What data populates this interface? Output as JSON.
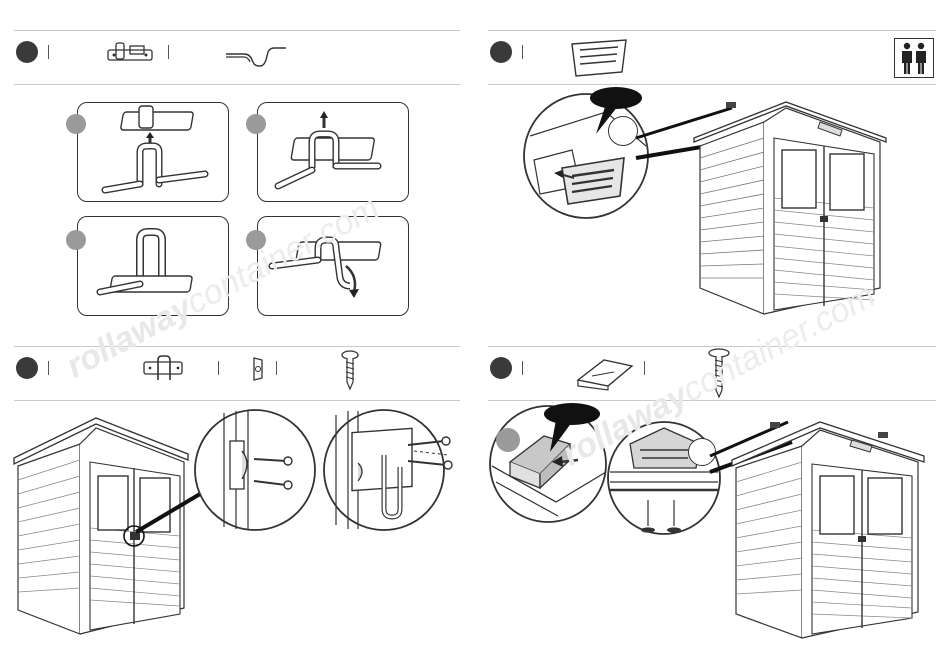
{
  "watermark": {
    "brand": "rollaway",
    "suffix": "container.com"
  },
  "colors": {
    "line": "#333333",
    "rule": "#c9c9c9",
    "dot": "#3a3a3a",
    "sub_dot": "#9a9a9a",
    "watermark": "#e6e6e6"
  },
  "steps": [
    {
      "name": "step-1",
      "icons": [
        "latch-part-icon",
        "pin-part-icon"
      ],
      "subpanels": 4
    },
    {
      "name": "step-2",
      "icons": [
        "vent-part-icon",
        "two-people-icon"
      ]
    },
    {
      "name": "step-3",
      "icons": [
        "latch-assembly-icon",
        "clip-icon",
        "screw-icon"
      ]
    },
    {
      "name": "step-4",
      "icons": [
        "vent-cap-icon",
        "screw-icon"
      ]
    }
  ]
}
